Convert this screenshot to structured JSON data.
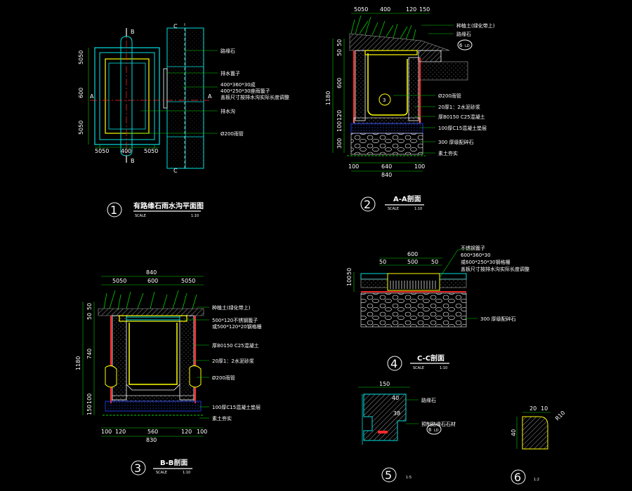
{
  "drawings": {
    "d1": {
      "number": "1",
      "title": "有路缘石雨水沟平面图",
      "scale_word": "SCALE",
      "scale_value": "1:10",
      "section_marks": [
        "A",
        "A",
        "B",
        "B",
        "C",
        "C"
      ],
      "dims_bottom": [
        "5050",
        "400",
        "5050"
      ],
      "dims_left": [
        "5050",
        "600",
        "5050"
      ],
      "notes": [
        "路缘石",
        "排水篦子",
        "400*360*30成",
        "400*250*30座雨篦子",
        "盖板尺寸按排水沟实际长度调整",
        "排水沟",
        "Ø200雨管"
      ]
    },
    "d2": {
      "number": "2",
      "title": "A-A剖面",
      "scale_word": "SCALE",
      "scale_value": "1:10",
      "dims_top": [
        "5050",
        "400",
        "120",
        "150"
      ],
      "dims_left": [
        "50",
        "50",
        "600",
        "120",
        "100",
        "300"
      ],
      "dim_total_left": "1180",
      "dims_bottom": [
        "100",
        "640",
        "100"
      ],
      "dim_total_bottom": "840",
      "notes": [
        "种植土(绿化带上)",
        "路缘石",
        "Ø200雨管",
        "20厚1：2水泥砂浆",
        "厚B0150 C25混凝土",
        "100厚C15混凝土垫层",
        "300 厚级配碎石",
        "素土夯实"
      ],
      "callout_6": "6",
      "callout_6_sub": "LD",
      "callout_3": "3"
    },
    "d3": {
      "number": "3",
      "title": "B-B剖面",
      "scale_word": "SCALE",
      "scale_value": "1:10",
      "dims_top": [
        "5050",
        "600",
        "5050"
      ],
      "dim_total_top": "840",
      "dims_left": [
        "50",
        "50",
        "740",
        "100",
        "150"
      ],
      "dim_total_left": "1180",
      "dims_bottom": [
        "100",
        "120",
        "560",
        "120",
        "100"
      ],
      "dim_total_bottom": "830",
      "notes": [
        "种植土(绿化带上)",
        "500*120不锈钢篦子",
        "或500*120*20钢格栅",
        "厚B0150 C25混凝土",
        "20厚1：2水泥砂浆",
        "Ø200雨管",
        "100厚C15混凝土垫层",
        "素土夯实"
      ]
    },
    "d4": {
      "number": "4",
      "title": "C-C剖面",
      "scale_word": "SCALE",
      "scale_value": "1:10",
      "dims_top": [
        "600"
      ],
      "dims_top2": [
        "50",
        "500",
        "50"
      ],
      "dims_left": [
        "100",
        "50"
      ],
      "notes": [
        "不锈钢篦子",
        "600*360*30",
        "或600*250*30钢格栅",
        "盖板尺寸按排水沟实际长度调整",
        "300 厚级配碎石"
      ]
    },
    "d5": {
      "number": "5",
      "scale_value": "1:5",
      "dims": [
        "150",
        "40",
        "38"
      ],
      "notes": [
        "路缘石",
        "预制路缘石石材"
      ],
      "callout_6": "6",
      "callout_6_sub": "LD"
    },
    "d6": {
      "number": "6",
      "scale_value": "1:2",
      "dims": [
        "20",
        "10",
        "R10",
        "40"
      ]
    }
  },
  "colors": {
    "background": "#000000",
    "cyan": "#00e0e0",
    "yellow": "#ffff00",
    "red": "#ff2a2a",
    "green": "#00d000",
    "white": "#ffffff",
    "grey": "#a0a0a0",
    "blue": "#2244ff"
  }
}
